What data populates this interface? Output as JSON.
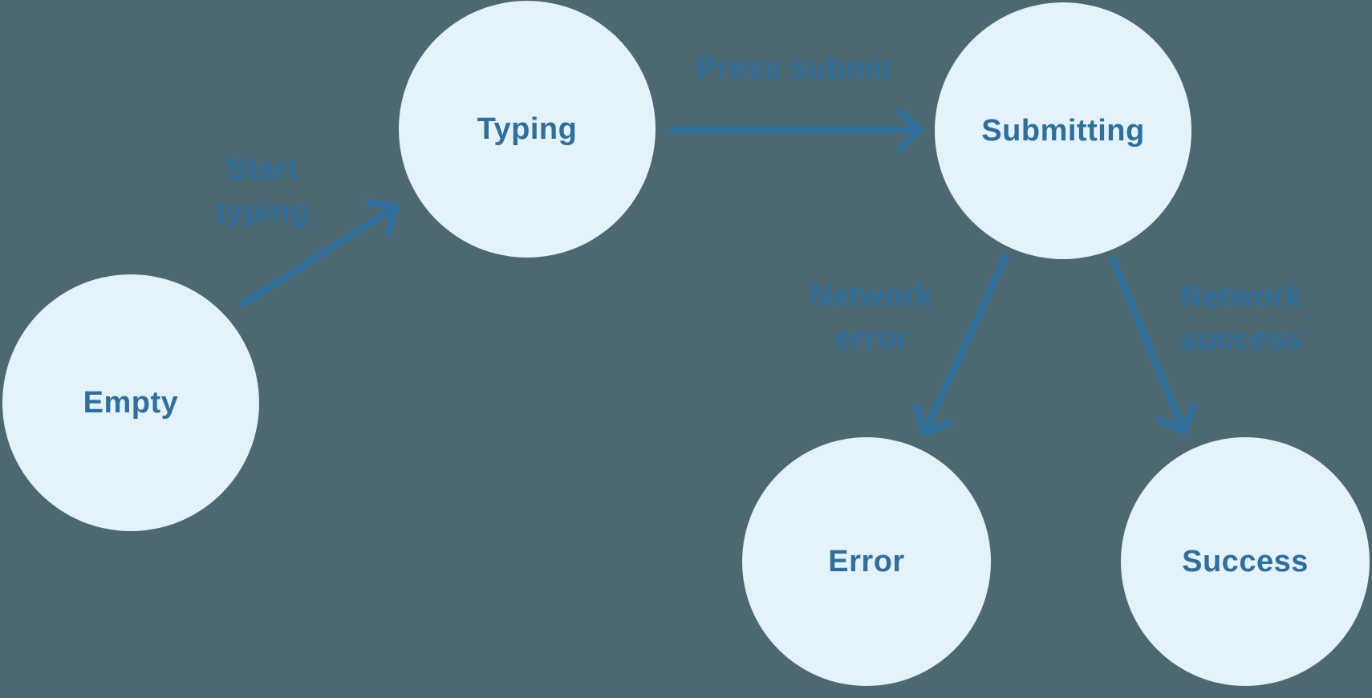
{
  "diagram": {
    "colors": {
      "background": "#4C6971",
      "node_fill": "#E4F2FC",
      "node_text": "#2E6F9E",
      "edge_label_text": "#2E6F9E",
      "arrow": "#2D70A0"
    },
    "nodes": [
      {
        "id": "empty",
        "label": "Empty"
      },
      {
        "id": "typing",
        "label": "Typing"
      },
      {
        "id": "submitting",
        "label": "Submitting"
      },
      {
        "id": "error",
        "label": "Error"
      },
      {
        "id": "success",
        "label": "Success"
      }
    ],
    "edges": [
      {
        "id": "empty-typing",
        "from": "empty",
        "to": "typing",
        "label": "Start typing",
        "label_lines": [
          "Start",
          "typing"
        ]
      },
      {
        "id": "typing-submitting",
        "from": "typing",
        "to": "submitting",
        "label": "Press submit",
        "label_lines": [
          "Press submit"
        ]
      },
      {
        "id": "submitting-error",
        "from": "submitting",
        "to": "error",
        "label": "Network error",
        "label_lines": [
          "Network",
          "error"
        ]
      },
      {
        "id": "submitting-success",
        "from": "submitting",
        "to": "success",
        "label": "Network success",
        "label_lines": [
          "Network",
          "success"
        ]
      }
    ]
  }
}
